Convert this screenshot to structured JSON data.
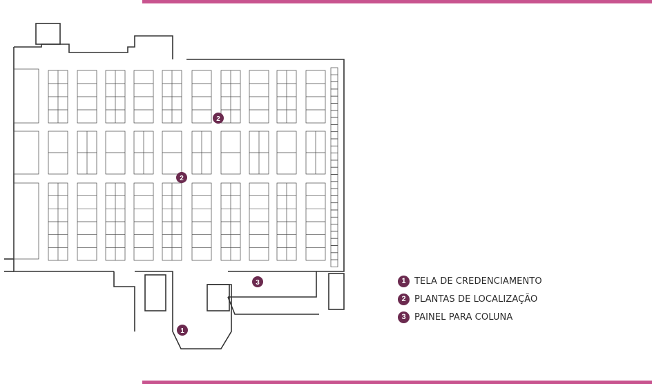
{
  "colors": {
    "accent_bar": "#c8548f",
    "marker": "#6b2a4f",
    "walls": "#333333"
  },
  "legend": [
    {
      "number": "1",
      "label": "TELA DE CREDENCIAMENTO"
    },
    {
      "number": "2",
      "label": "PLANTAS DE LOCALIZAÇÃO"
    },
    {
      "number": "3",
      "label": "PAINEL PARA COLUNA"
    }
  ],
  "markers": [
    {
      "number": "1"
    },
    {
      "number": "2"
    },
    {
      "number": "2"
    },
    {
      "number": "3"
    }
  ]
}
